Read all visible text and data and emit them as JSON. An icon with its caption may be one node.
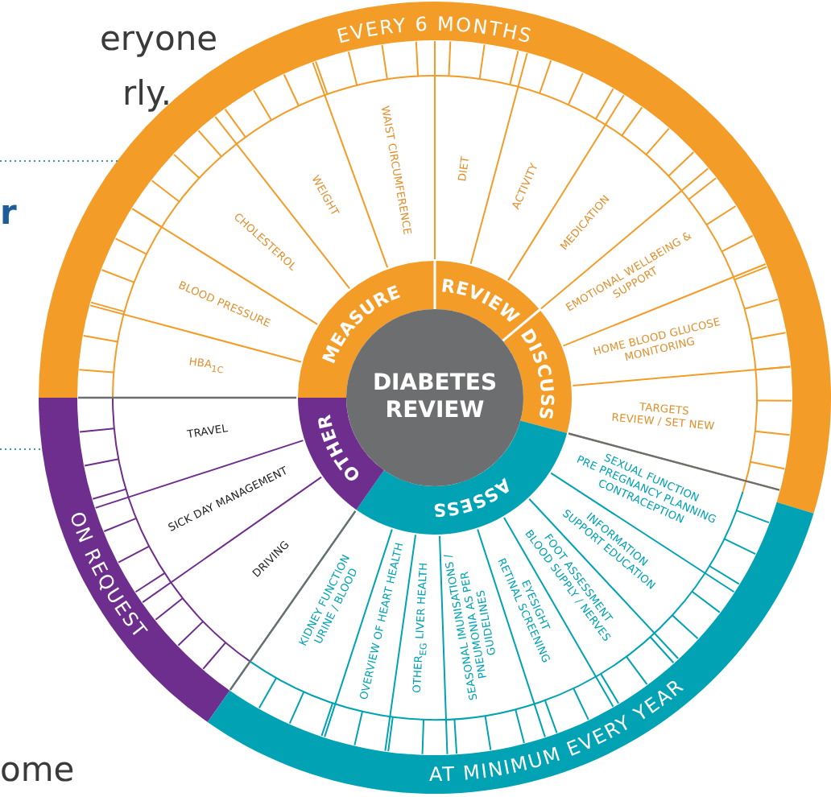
{
  "diagram": {
    "nodes": [
      {
        "text": [
          "EVERY 6 MONTHS"
        ]
      },
      {
        "text": [
          "ON REQUEST"
        ]
      },
      {
        "text": [
          "AT MINIMUM EVERY YEAR"
        ]
      },
      {
        "text": [
          "DIABETES REVIEW"
        ]
      },
      {
        "text": [
          "MEASURE"
        ]
      },
      {
        "text": [
          "REVIEW"
        ]
      },
      {
        "text": [
          "DISCUSS"
        ]
      },
      {
        "text": [
          "ASSESS"
        ]
      },
      {
        "text": [
          "OTHER"
        ]
      },
      {
        "text": [
          "HBA$_{1C}$"
        ]
      },
      {
        "text": [
          "BLOOD PRESSURE"
        ]
      },
      {
        "text": [
          "CHOLESTEROL"
        ]
      },
      {
        "text": [
          "WEIGHT"
        ]
      },
      {
        "text": [
          "WAIST CIRCUMFERENCE"
        ]
      },
      {
        "text": [
          "DIET"
        ]
      },
      {
        "text": [
          "ACTIVITY"
        ]
      },
      {
        "text": [
          "MEDICATION"
        ]
      },
      {
        "text": [
          "EMOTIONAL WELLBEING & SUPPORT"
        ]
      },
      {
        "text": [
          "HOME BLOOD GLUCOSE MONITORING"
        ]
      },
      {
        "text": [
          "TARGETS",
          "REVIEW / SET NEW"
        ]
      },
      {
        "text": [
          "SEXUAL FUNCTION",
          "PRE PREGNANCY PLANNING",
          "CONTRACEPTION"
        ]
      },
      {
        "text": [
          "INFORMATION",
          "SUPPORT EDUCATION"
        ]
      },
      {
        "text": [
          "FOOT ASSESSMENT",
          "BLOOD SUPPLY / NERVES"
        ]
      },
      {
        "text": [
          "EYESIGHT",
          "RETINAL SCREENING"
        ]
      },
      {
        "text": [
          "SEASONAL IMUNISATIONS / PNEUMONIA AS PER GUIDELINES"
        ]
      },
      {
        "text": [
          "OTHER$_{EG}$ LIVER HEALTH"
        ]
      },
      {
        "text": [
          "OVERVIEW OF HEART HEALTH"
        ]
      },
      {
        "text": [
          "KIDNEY FUNCTION",
          "URINE / BLOOD"
        ]
      },
      {
        "text": [
          "TRAVEL"
        ]
      },
      {
        "text": [
          "SICK DAY MANAGEMENT"
        ]
      },
      {
        "text": [
          "DRIVING"
        ]
      }
    ],
    "labels": [
      "eryone",
      "rly.",
      "r",
      "ome"
    ]
  }
}
